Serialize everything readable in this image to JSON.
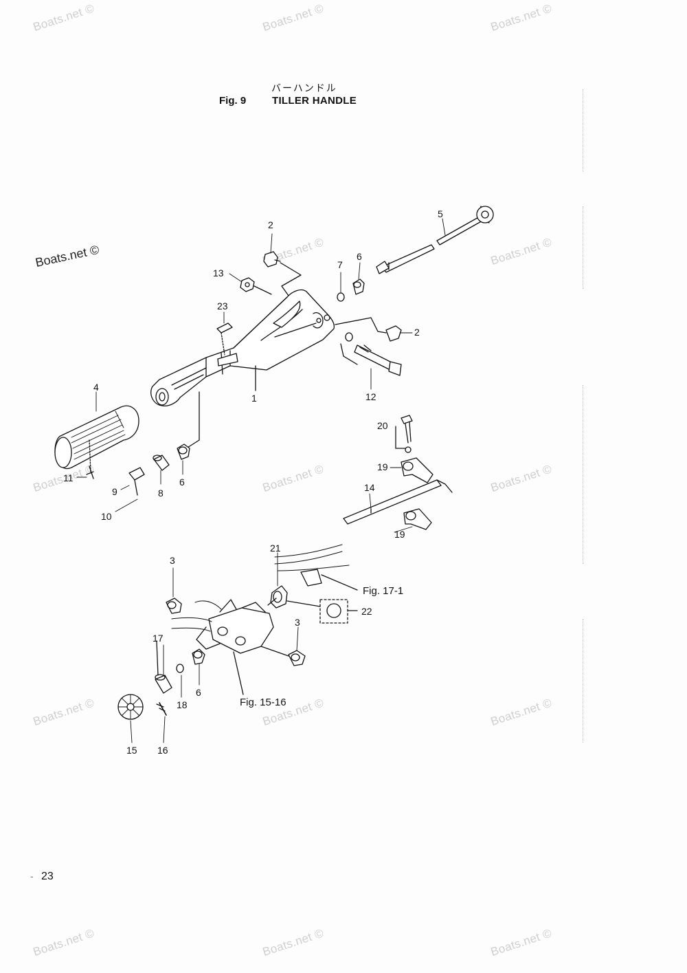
{
  "header": {
    "title_jp": "バーハンドル",
    "fig_label": "Fig. 9",
    "fig_title": "TILLER HANDLE"
  },
  "watermarks": {
    "faint": "Boats.net ©",
    "dark": "Boats.net ©"
  },
  "parts": {
    "p1": "1",
    "p2a": "2",
    "p2b": "2",
    "p3a": "3",
    "p3b": "3",
    "p4": "4",
    "p5": "5",
    "p6a": "6",
    "p6b": "6",
    "p6c": "6",
    "p7": "7",
    "p8": "8",
    "p9": "9",
    "p10": "10",
    "p11": "11",
    "p12": "12",
    "p13": "13",
    "p14": "14",
    "p15": "15",
    "p16": "16",
    "p17": "17",
    "p18": "18",
    "p19a": "19",
    "p19b": "19",
    "p20": "20",
    "p21": "21",
    "p22": "22",
    "p23": "23"
  },
  "references": {
    "fig17": "Fig. 17-1",
    "fig15": "Fig. 15-16"
  },
  "footer": {
    "page_number": "23"
  }
}
